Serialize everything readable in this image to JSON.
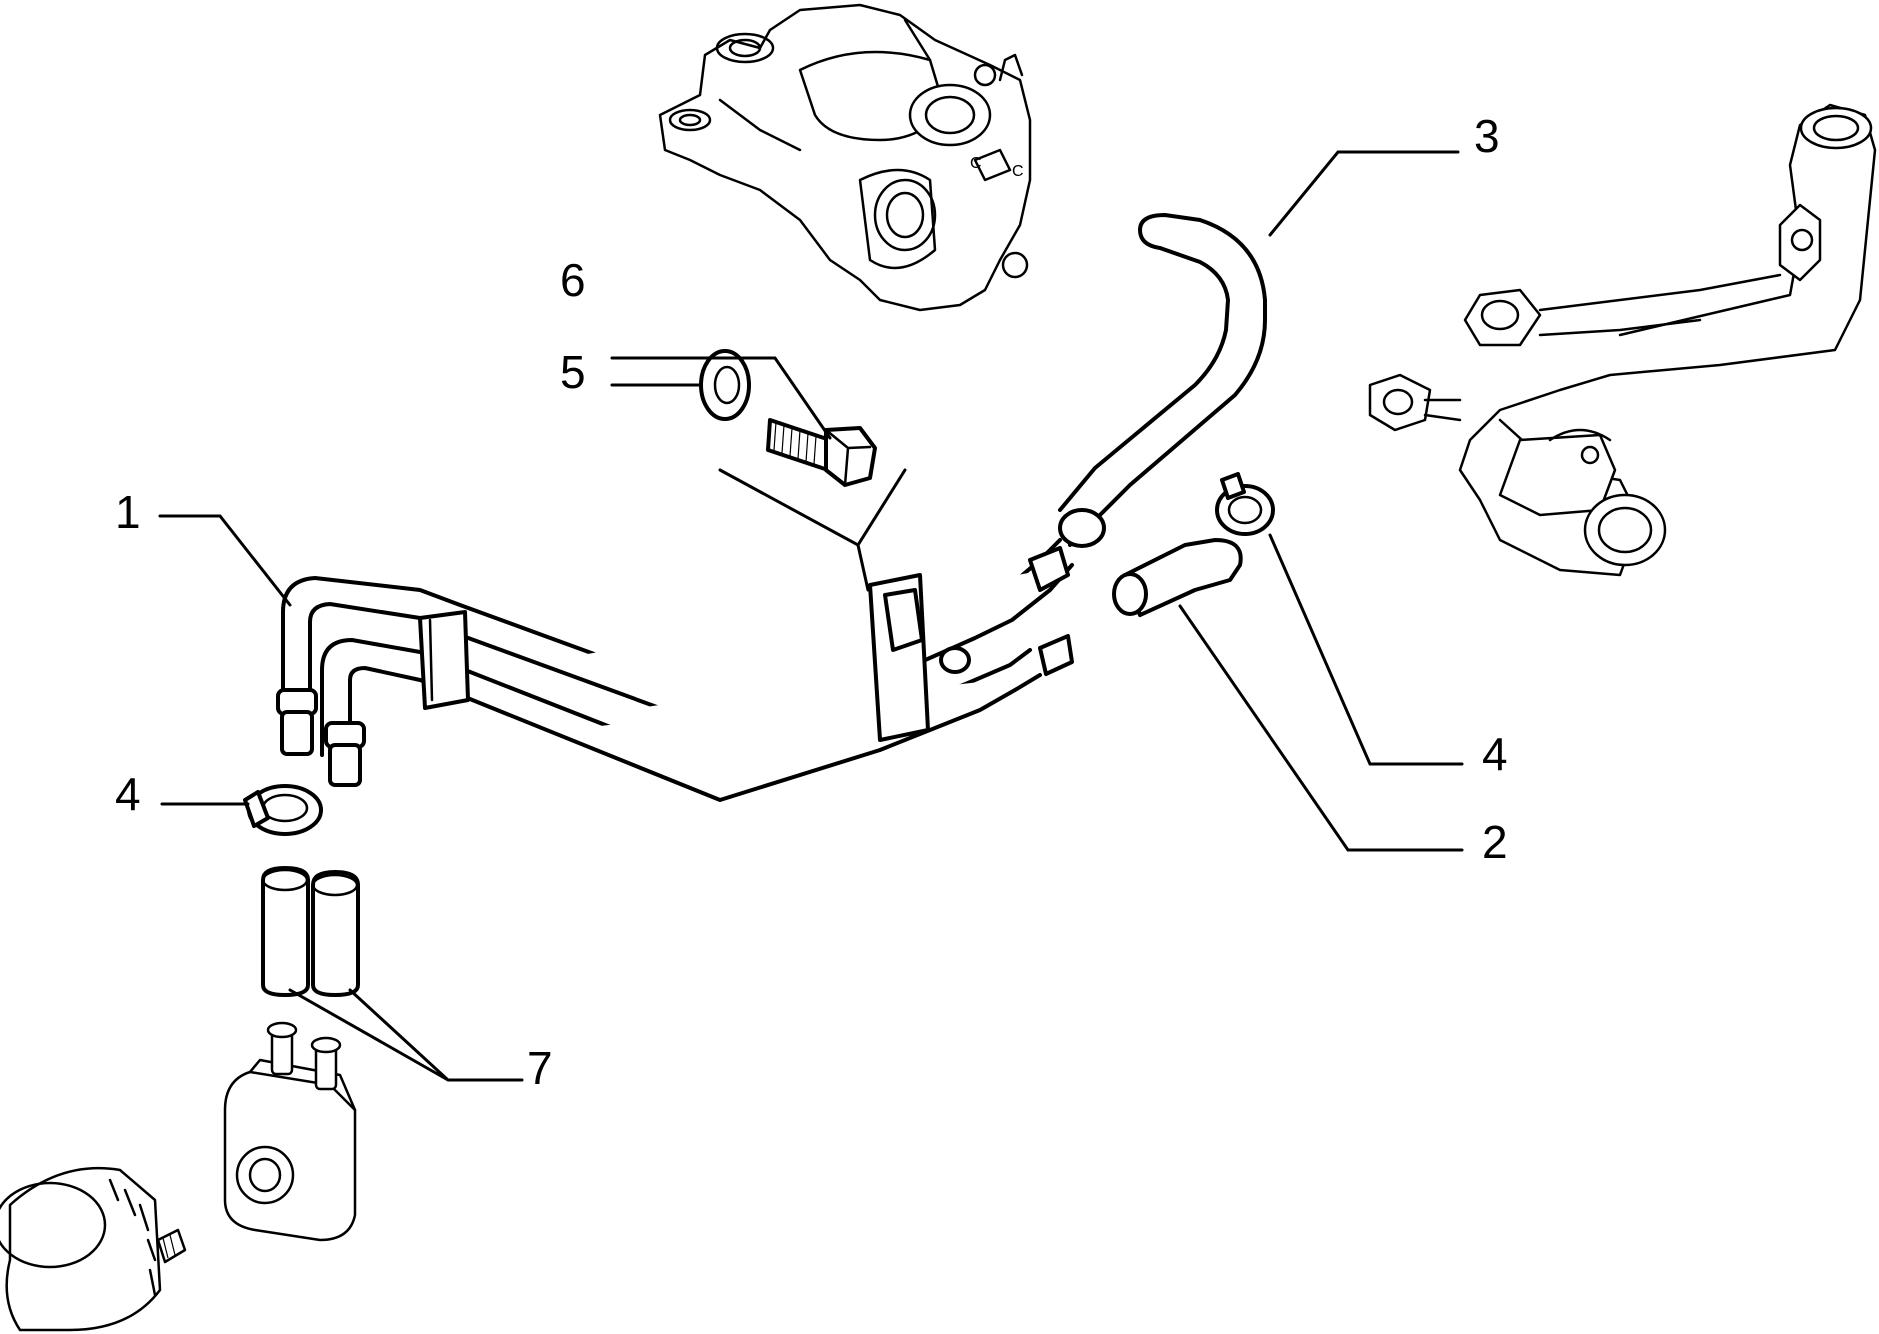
{
  "callouts": [
    {
      "id": "1",
      "label": "1"
    },
    {
      "id": "2",
      "label": "2"
    },
    {
      "id": "3",
      "label": "3"
    },
    {
      "id": "4a",
      "label": "4"
    },
    {
      "id": "4b",
      "label": "4"
    },
    {
      "id": "5",
      "label": "5"
    },
    {
      "id": "6",
      "label": "6"
    },
    {
      "id": "7",
      "label": "7"
    }
  ]
}
